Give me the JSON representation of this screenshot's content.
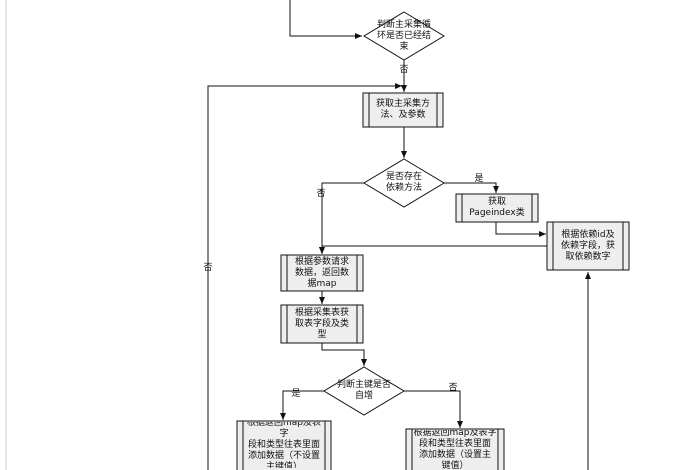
{
  "nodes": {
    "d_loop_end": "判断主采集循\n环是否已经结\n束",
    "p_get_method": "获取主采集方\n法、及参数",
    "d_has_dep": "是否存在\n依赖方法",
    "p_get_class": "获取\nPageindex类",
    "p_dep_id": "根据依赖id及\n依赖字段，获\n取依赖数字",
    "p_request": "根据参数请求\n数据，返回数\n据map",
    "p_fields": "根据采集表获\n取表字段及类\n型",
    "d_pk_auto": "判断主键是否\n自增",
    "p_add_no_pk": "根据返回map及表字\n段和类型往表里面\n添加数据（不设置\n主键值）",
    "p_add_pk": "根据返回map及表字\n段和类型往表里面\n添加数据（设置主\n键值）"
  },
  "edges": {
    "no_top": "否",
    "no_left": "否",
    "yes_dep": "是",
    "no_dep": "否",
    "yes_pk": "是",
    "no_pk": "否"
  }
}
